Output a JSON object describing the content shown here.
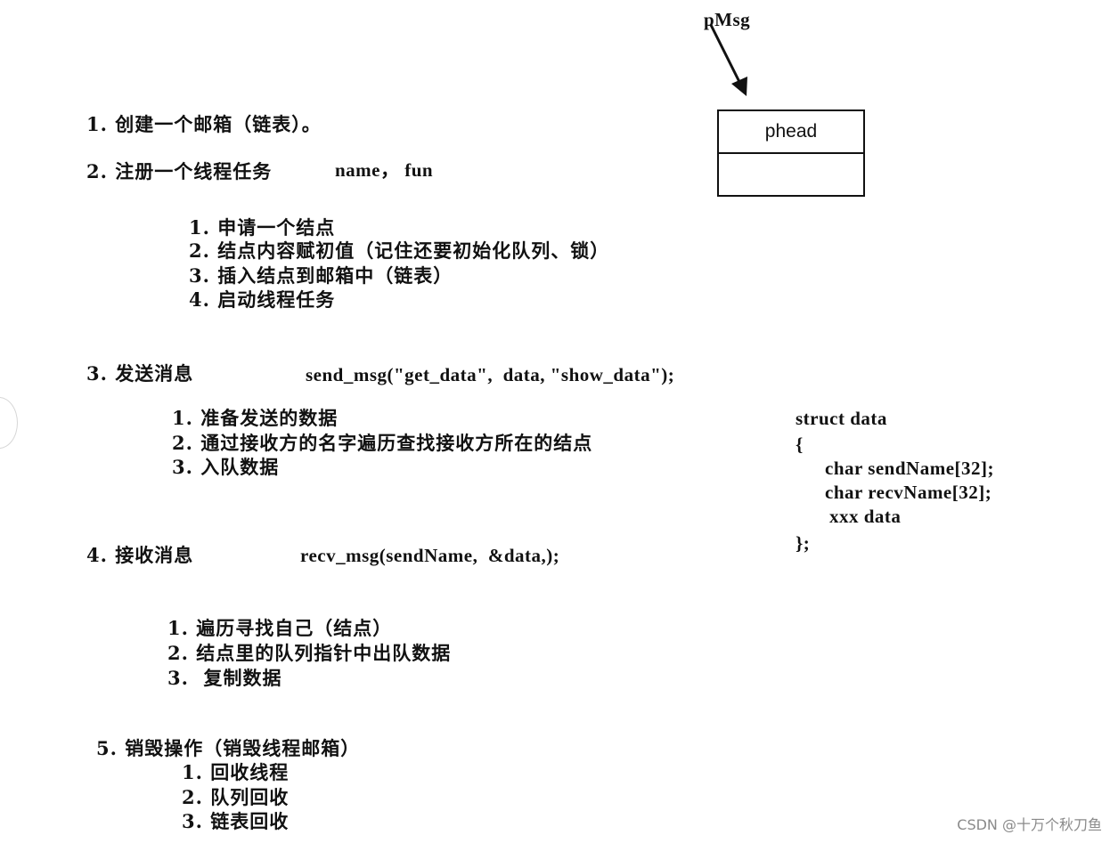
{
  "pointer": {
    "label": "pMsg"
  },
  "node_box": {
    "label": "phead"
  },
  "step1": {
    "title": "1. 创建一个邮箱（链表）。"
  },
  "step2": {
    "title": "2. 注册一个线程任务",
    "params": "name， fun",
    "items": [
      "1. 申请一个结点",
      "2. 结点内容赋初值（记住还要初始化队列、锁）",
      "3. 插入结点到邮箱中（链表）",
      "4. 启动线程任务"
    ]
  },
  "step3": {
    "title": "3. 发送消息",
    "code": "send_msg(\"get_data\",  data, \"show_data\");",
    "items": [
      "1. 准备发送的数据",
      "2. 通过接收方的名字遍历查找接收方所在的结点",
      "3. 入队数据"
    ]
  },
  "struct_def": {
    "lines": [
      "struct data",
      "{",
      "char sendName[32];",
      "char recvName[32];",
      "xxx data",
      "};"
    ]
  },
  "step4": {
    "title": "4. 接收消息",
    "code": "recv_msg(sendName,  &data,);",
    "items": [
      "1. 遍历寻找自己（结点）",
      "2. 结点里的队列指针中出队数据",
      "3.  复制数据"
    ]
  },
  "step5": {
    "title": "5. 销毁操作（销毁线程邮箱）",
    "items": [
      "1. 回收线程",
      "2. 队列回收",
      "3. 链表回收"
    ]
  },
  "watermark": {
    "text": "CSDN @十万个秋刀鱼"
  }
}
